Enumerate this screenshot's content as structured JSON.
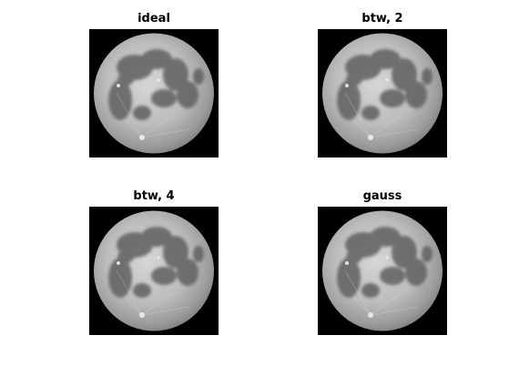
{
  "panels": [
    {
      "title": "ideal"
    },
    {
      "title": "btw, 2"
    },
    {
      "title": "btw, 4"
    },
    {
      "title": "gauss"
    }
  ],
  "colors": {
    "background": "#000000",
    "moon_light": "#d4d4d4",
    "moon_mid": "#a8a8a8",
    "mare_dark": "#5f5f5f"
  }
}
